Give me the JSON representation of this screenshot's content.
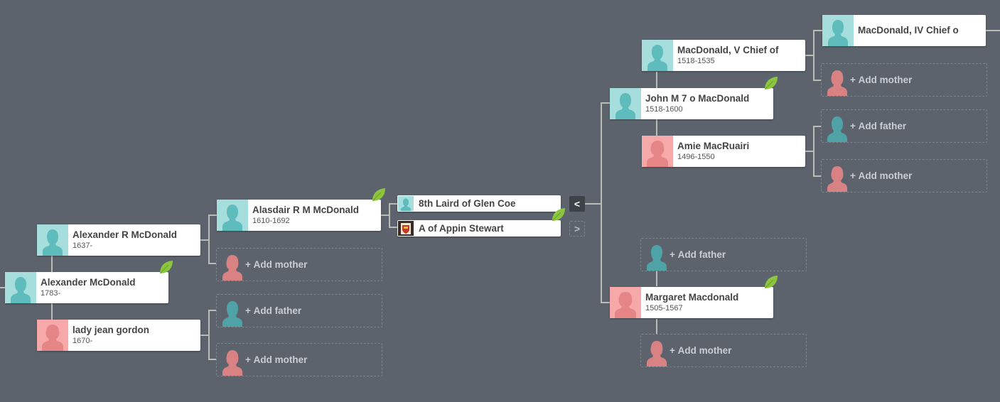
{
  "colors": {
    "background": "#5c636c",
    "male_avatar": "#a6dede",
    "female_avatar": "#f7a9aa",
    "male_silhouette": "#5fbcbc",
    "female_silhouette": "#e58585",
    "connector": "#b9bdb5",
    "leaf": "#8cc63f"
  },
  "icons": {
    "male": "male-silhouette-icon",
    "female": "female-silhouette-icon",
    "leaf": "leaf-hint-icon",
    "collapse": "chevron-left-icon",
    "expand": "chevron-right-icon",
    "add": "plus-icon"
  },
  "people": {
    "alexander_mcdonald": {
      "name": "Alexander McDonald",
      "dates": "1783-"
    },
    "alexander_r_mcdonald": {
      "name": "Alexander R McDonald",
      "dates": "1637-"
    },
    "lady_jean_gordon": {
      "name": "lady jean gordon",
      "dates": "1670-"
    },
    "alasdair_r_m_mcdonald": {
      "name": "Alasdair R M McDonald",
      "dates": "1610-1692"
    },
    "laird_glen_coe": {
      "name": "8th Laird of Glen Coe",
      "dates": ""
    },
    "appin_stewart": {
      "name": "A of Appin Stewart",
      "dates": ""
    },
    "macdonald_v_chief": {
      "name": "MacDonald, V Chief of",
      "dates": "1518-1535"
    },
    "john_m_7_o_macdonald": {
      "name": "John M 7 o MacDonald",
      "dates": "1518-1600"
    },
    "amie_macruairi": {
      "name": "Amie MacRuairi",
      "dates": "1496-1550"
    },
    "margaret_macdonald": {
      "name": "Margaret Macdonald",
      "dates": "1505-1567"
    },
    "macdonald_iv_chief": {
      "name": "MacDonald, IV Chief o",
      "dates": ""
    }
  },
  "actions": {
    "add_father": "Add father",
    "add_mother": "Add mother"
  },
  "nav": {
    "collapse": "<",
    "expand": ">"
  }
}
